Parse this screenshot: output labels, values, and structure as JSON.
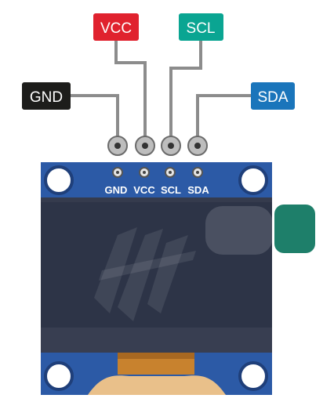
{
  "pin_labels": {
    "vcc": "VCC",
    "scl": "SCL",
    "gnd": "GND",
    "sda": "SDA"
  },
  "board_silkscreen": [
    "GND",
    "VCC",
    "SCL",
    "SDA"
  ],
  "colors": {
    "vcc": "#e0222e",
    "scl": "#0aa592",
    "gnd": "#1d1d1b",
    "sda": "#1a75bb",
    "pcb": "#2c5aa6",
    "screen": "#2d3447",
    "ribbon": "#c8822e",
    "tab": "#1e7f6a"
  },
  "icons": [
    "mounting-hole-icon",
    "pin-header-icon",
    "ribbon-cable-icon",
    "display-glare-icon"
  ]
}
